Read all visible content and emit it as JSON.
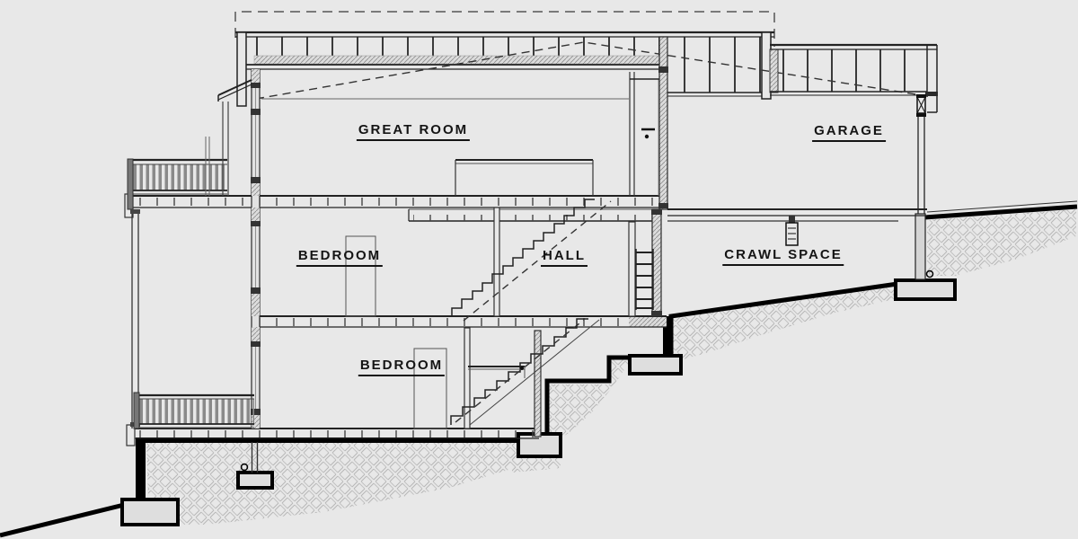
{
  "rooms": {
    "great_room": "GREAT ROOM",
    "garage": "GARAGE",
    "bedroom_upper": "BEDROOM",
    "hall": "HALL",
    "crawl_space": "CRAWL SPACE",
    "bedroom_lower": "BEDROOM"
  },
  "colors": {
    "bg": "#e8e8e8",
    "line": "#222222",
    "line_strong": "#000000",
    "line_soft": "#777777",
    "earth_hatch": "#b6b6b6",
    "wall_hatch": "#8f8f8f",
    "baluster": "#8a8a8a",
    "footing_fill": "#dedede",
    "label": "#141414"
  }
}
